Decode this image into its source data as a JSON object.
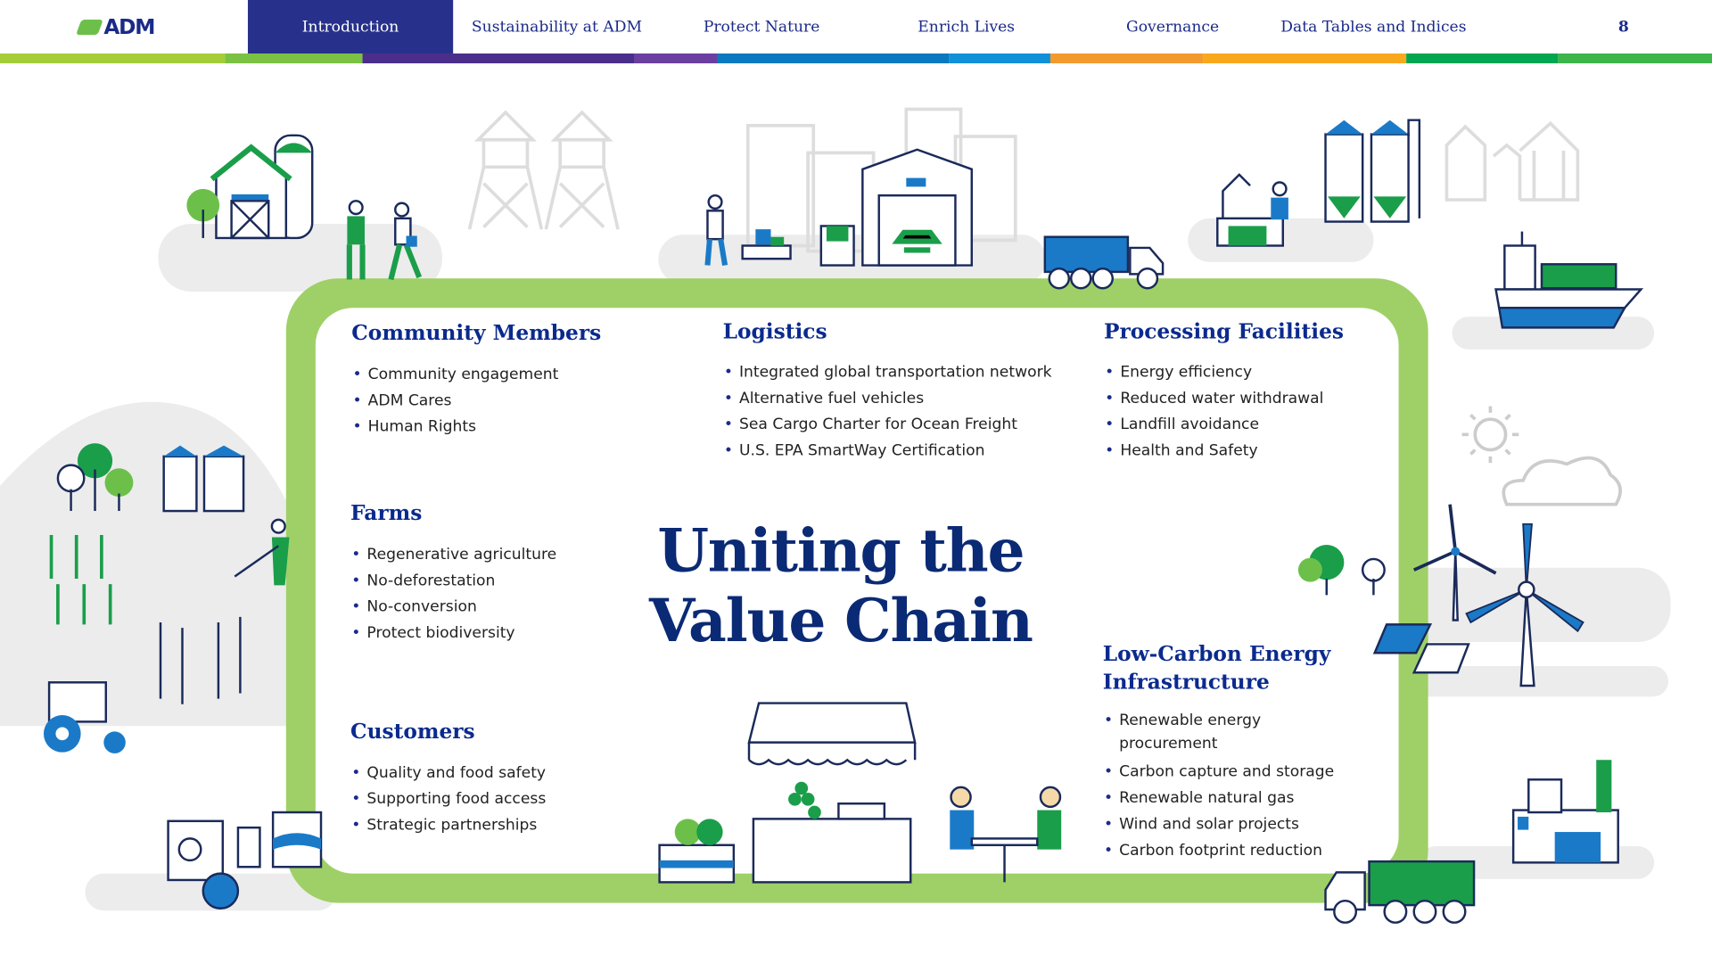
{
  "header": {
    "logo": "ADM",
    "page_number": "8",
    "tabs": [
      {
        "label": "Introduction",
        "active": true
      },
      {
        "label": "Sustainability at ADM"
      },
      {
        "label": "Protect Nature"
      },
      {
        "label": "Enrich Lives"
      },
      {
        "label": "Governance"
      },
      {
        "label": "Data Tables and Indices"
      }
    ],
    "stripe_colors": [
      "#a5cd39",
      "#7bc143",
      "#4b2e8c",
      "#6b3fa0",
      "#0a79bf",
      "#1190d8",
      "#f39a2e",
      "#f8a81c",
      "#00a651",
      "#3db54a"
    ]
  },
  "main_title": "Uniting the Value Chain",
  "sections": {
    "community": {
      "title": "Community Members",
      "items": [
        "Community engagement",
        "ADM Cares",
        "Human Rights"
      ]
    },
    "logistics": {
      "title": "Logistics",
      "items": [
        "Integrated global transportation network",
        "Alternative fuel vehicles",
        "Sea Cargo Charter for Ocean Freight",
        "U.S. EPA SmartWay Certification"
      ]
    },
    "processing": {
      "title": "Processing Facilities",
      "items": [
        "Energy efficiency",
        "Reduced water withdrawal",
        "Landfill avoidance",
        "Health and Safety"
      ]
    },
    "farms": {
      "title": "Farms",
      "items": [
        "Regenerative agriculture",
        "No-deforestation",
        "No-conversion",
        "Protect biodiversity"
      ]
    },
    "customers": {
      "title": "Customers",
      "items": [
        "Quality and food safety",
        "Supporting food access",
        "Strategic partnerships"
      ]
    },
    "energy": {
      "title_line1": "Low-Carbon Energy",
      "title_line2": "Infrastructure",
      "items": [
        "Renewable energy procurement",
        "Carbon capture and storage",
        "Renewable natural gas",
        "Wind and solar projects",
        "Carbon footprint reduction"
      ]
    }
  }
}
